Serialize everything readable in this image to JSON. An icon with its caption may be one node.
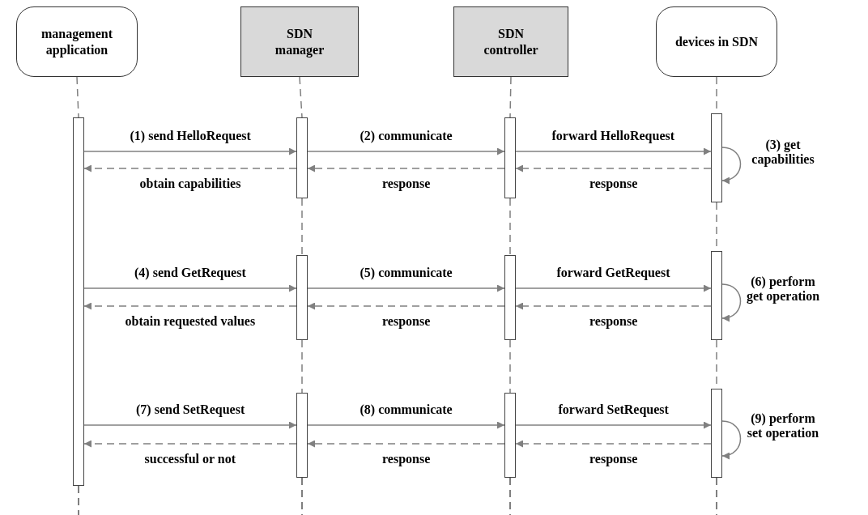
{
  "diagram": {
    "nodes": [
      {
        "text": [
          "management application"
        ]
      },
      {
        "text": [
          "SDN manager"
        ]
      },
      {
        "text": [
          "SDN controller"
        ]
      },
      {
        "text": [
          "devices in SDN"
        ]
      },
      {
        "text": [],
        "shape": "bar"
      },
      {
        "text": [],
        "shape": "bar"
      },
      {
        "text": [],
        "shape": "bar"
      },
      {
        "text": [],
        "shape": "bar"
      },
      {
        "text": [],
        "shape": "bar"
      },
      {
        "text": [],
        "shape": "bar"
      },
      {
        "text": [],
        "shape": "bar"
      },
      {
        "text": [],
        "shape": "bar"
      },
      {
        "text": [],
        "shape": "bar"
      },
      {
        "text": [],
        "shape": "bar"
      }
    ],
    "edges": [
      {
        "from": 4,
        "to": 5,
        "arrow": "to",
        "label": "(1) send HelloRequest"
      },
      {
        "from": 5,
        "to": 6,
        "arrow": "to",
        "label": "(2) communicate"
      },
      {
        "from": 6,
        "to": 7,
        "arrow": "to",
        "label": "forward HelloRequest"
      },
      {
        "from": 7,
        "to": 7,
        "arrow": "to",
        "label": "(3) get capabilities"
      },
      {
        "from": 7,
        "to": 6,
        "arrow": "to",
        "label": "response",
        "style": "dashed"
      },
      {
        "from": 6,
        "to": 5,
        "arrow": "to",
        "label": "response",
        "style": "dashed"
      },
      {
        "from": 5,
        "to": 4,
        "arrow": "to",
        "label": "obtain capabilities",
        "style": "dashed"
      },
      {
        "from": 4,
        "to": 8,
        "arrow": "to",
        "label": "(4) send GetRequest"
      },
      {
        "from": 8,
        "to": 9,
        "arrow": "to",
        "label": "(5) communicate"
      },
      {
        "from": 9,
        "to": 10,
        "arrow": "to",
        "label": "forward GetRequest"
      },
      {
        "from": 10,
        "to": 10,
        "arrow": "to",
        "label": "(6) perform get operation"
      },
      {
        "from": 10,
        "to": 9,
        "arrow": "to",
        "label": "response",
        "style": "dashed"
      },
      {
        "from": 9,
        "to": 8,
        "arrow": "to",
        "label": "response",
        "style": "dashed"
      },
      {
        "from": 8,
        "to": 4,
        "arrow": "to",
        "label": "obtain requested values",
        "style": "dashed"
      },
      {
        "from": 4,
        "to": 11,
        "arrow": "to",
        "label": "(7) send SetRequest"
      },
      {
        "from": 11,
        "to": 12,
        "arrow": "to",
        "label": "(8) communicate"
      },
      {
        "from": 12,
        "to": 13,
        "arrow": "to",
        "label": "forward SetRequest"
      },
      {
        "from": 13,
        "to": 13,
        "arrow": "to",
        "label": "(9) perform set operation"
      },
      {
        "from": 13,
        "to": 12,
        "arrow": "to",
        "label": "response",
        "style": "dashed"
      },
      {
        "from": 12,
        "to": 11,
        "arrow": "to",
        "label": "response",
        "style": "dashed"
      },
      {
        "from": 11,
        "to": 4,
        "arrow": "to",
        "label": "successful or not",
        "style": "dashed"
      },
      {
        "from": 0,
        "to": 4,
        "arrow": "none",
        "style": "dashed"
      },
      {
        "from": 1,
        "to": 5,
        "arrow": "none",
        "style": "dashed"
      },
      {
        "from": 5,
        "to": 8,
        "arrow": "none",
        "style": "dashed"
      },
      {
        "from": 8,
        "to": 11,
        "arrow": "none",
        "style": "dashed"
      },
      {
        "from": 2,
        "to": 6,
        "arrow": "none",
        "style": "dashed"
      },
      {
        "from": 6,
        "to": 9,
        "arrow": "none",
        "style": "dashed"
      },
      {
        "from": 9,
        "to": 12,
        "arrow": "none",
        "style": "dashed"
      },
      {
        "from": 3,
        "to": 7,
        "arrow": "none",
        "style": "dashed"
      },
      {
        "from": 7,
        "to": 10,
        "arrow": "none",
        "style": "dashed"
      },
      {
        "from": 10,
        "to": 13,
        "arrow": "none",
        "style": "dashed"
      }
    ]
  }
}
